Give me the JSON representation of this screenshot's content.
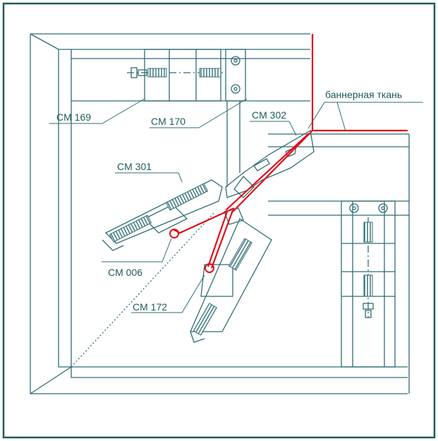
{
  "labels": {
    "cm169": "CM 169",
    "cm170": "CM 170",
    "cm302": "CM 302",
    "cm301": "CM 301",
    "cm006": "CM 006",
    "cm172": "CM 172",
    "banner": "баннерная ткань"
  },
  "colors": {
    "frame": "#1f5a5a",
    "line": "#2f6d73",
    "fabric": "#e0101a",
    "text": "#1f5a5a",
    "background": "#ffffff"
  }
}
